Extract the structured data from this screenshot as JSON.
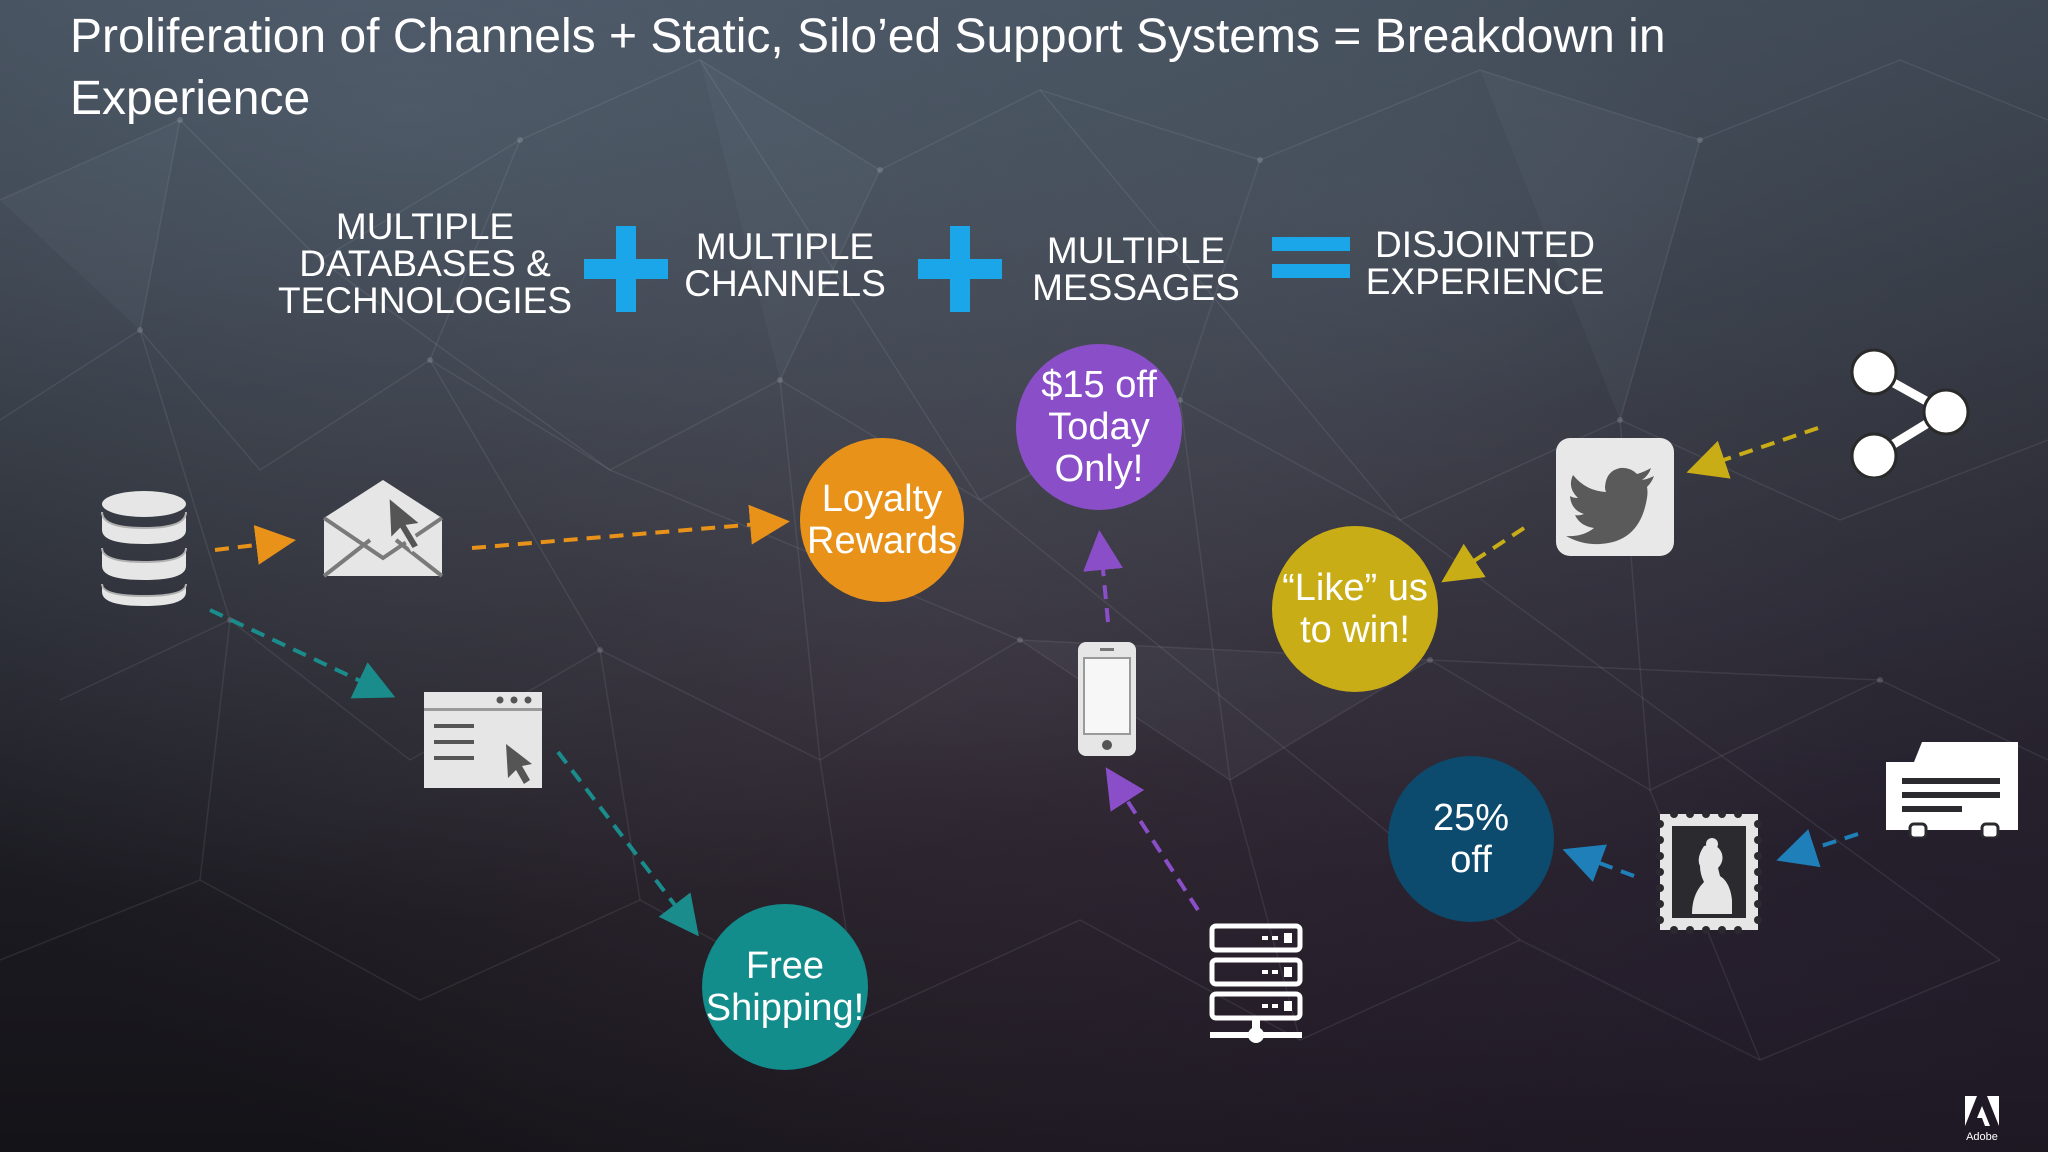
{
  "title": "Proliferation of Channels + Static, Silo’ed Support Systems = Breakdown in Experience",
  "equation": {
    "term1": [
      "MULTIPLE",
      "DATABASES &",
      "TECHNOLOGIES"
    ],
    "term2": [
      "MULTIPLE",
      "CHANNELS"
    ],
    "term3": [
      "MULTIPLE",
      "MESSAGES"
    ],
    "result": [
      "DISJOINTED",
      "EXPERIENCE"
    ]
  },
  "messages": {
    "loyalty": [
      "Loyalty",
      "Rewards"
    ],
    "offer15": [
      "$15 off",
      "Today",
      "Only!"
    ],
    "like": [
      "“Like” us",
      "to win!"
    ],
    "free_shipping": [
      "Free",
      "Shipping!"
    ],
    "discount25": [
      "25%",
      "off"
    ]
  },
  "icons": {
    "database": "database-icon",
    "email": "email-icon",
    "web": "web-browser-icon",
    "phone": "mobile-phone-icon",
    "server": "server-icon",
    "share": "share-icon",
    "twitter": "twitter-icon",
    "stamp": "postage-stamp-icon",
    "mail_truck": "direct-mail-icon"
  },
  "colors": {
    "accent_blue": "#1aa6e8",
    "orange": "#e8921a",
    "purple": "#8a4fc8",
    "yellow": "#c9ad16",
    "teal": "#138c8c",
    "navy": "#0d4b6e",
    "teal_arrow": "#1a8c8c",
    "blue_arrow": "#1f7fb8"
  },
  "logo": "Adobe"
}
